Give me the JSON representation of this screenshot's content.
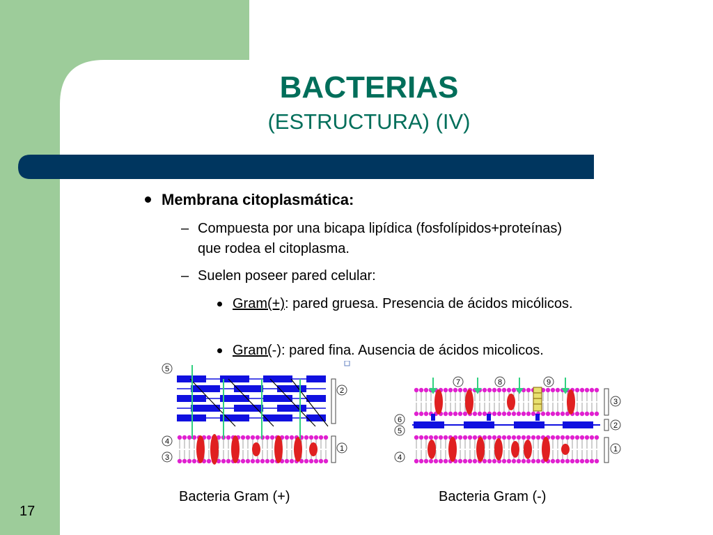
{
  "slide": {
    "title": "BACTERIAS",
    "subtitle": "(ESTRUCTURA) (IV)",
    "number": "17"
  },
  "content": {
    "heading": "Membrana citoplasmática:",
    "point1": "Compuesta por una bicapa lipídica (fosfolípidos+proteínas) que rodea el citoplasma.",
    "point2": "Suelen poseer pared celular:",
    "gram_pos_term": "Gram(+)",
    "gram_pos_text": ": pared gruesa. Presencia de ácidos micólicos.",
    "gram_neg_term": "Gram(",
    "gram_neg_text": "-): pared fina. Ausencia de ácidos micolicos."
  },
  "figures": {
    "gram_pos_caption": "Bacteria Gram (+)",
    "gram_neg_caption": "Bacteria Gram (-)",
    "gram_pos_labels": [
      "5",
      "2",
      "4",
      "3",
      "1"
    ],
    "gram_neg_labels": [
      "7",
      "8",
      "9",
      "3",
      "6",
      "5",
      "2",
      "4",
      "1"
    ]
  },
  "colors": {
    "frame_green": "#9dcc9a",
    "bar_navy": "#00365f",
    "title_teal": "#006e5a",
    "wall_blue": "#1010e0",
    "lipid_magenta": "#e020d0",
    "protein_red": "#e02020"
  }
}
